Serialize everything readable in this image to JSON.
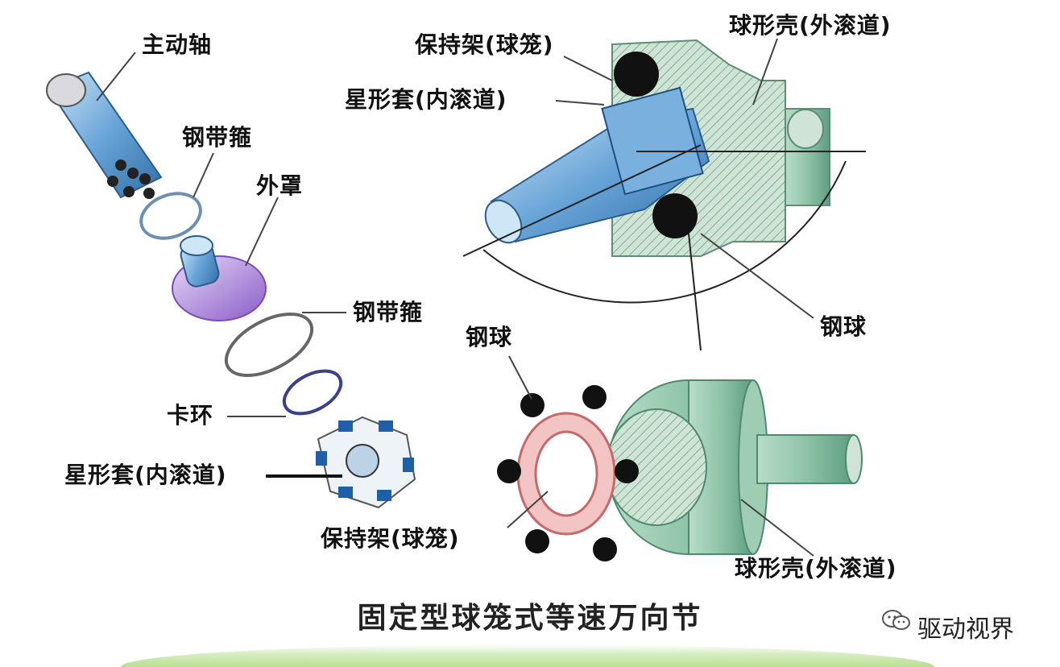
{
  "labels": {
    "drive_shaft": "主动轴",
    "steel_clamp_top": "钢带箍",
    "boot": "外罩",
    "steel_clamp_mid": "钢带箍",
    "snap_ring": "卡环",
    "inner_race_left": "星形套(内滚道)",
    "cage_top": "保持架(球笼)",
    "inner_race_top": "星形套(内滚道)",
    "outer_race_top": "球形壳(外滚道)",
    "steel_ball_right": "钢球",
    "steel_ball_bottom": "钢球",
    "cage_bottom": "保持架(球笼)",
    "outer_race_bottom": "球形壳(外滚道)"
  },
  "title": "固定型球笼式等速万向节",
  "brand": "驱动视界",
  "icons": [
    "wechat-icon"
  ],
  "colors": {
    "shaft_blue": "#6aa5d8",
    "boot_purple": "#a57cd8",
    "housing_green": "#8fc4a8",
    "cage_pink": "#e79a9a",
    "ball_black": "#111111",
    "band_green": "#b9df8f"
  }
}
